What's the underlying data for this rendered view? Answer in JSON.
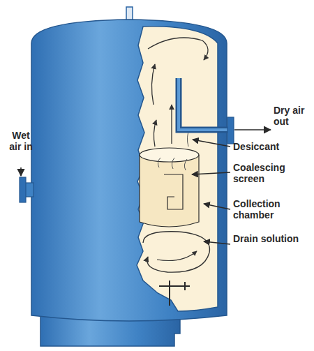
{
  "diagram": {
    "labels": [
      "Wet air in",
      "Dry air out",
      "Desiccant",
      "Coalescing screen",
      "Collection chamber",
      "Drain solution"
    ]
  }
}
